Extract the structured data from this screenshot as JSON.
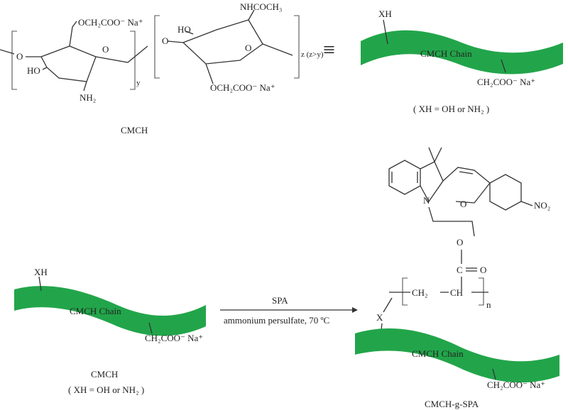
{
  "monomer": {
    "substituent_top": "OCH₂COO⁻ Na⁺",
    "substituent_bottom": "OCH₂COO⁻ Na⁺",
    "acetamido": "NHCOCH₃",
    "ho_left": "HO",
    "ho_right": "HO",
    "amine": "NH₂",
    "ring_o_left": "O",
    "ring_o_right": "O",
    "link_o_left": "O",
    "link_o_mid": "O",
    "subscript_y": "y",
    "subscript_z": "z (z>y)",
    "name": "CMCH"
  },
  "equivalence": "≡",
  "chain_top": {
    "label": "CMCH Chain",
    "xh": "XH",
    "side": "CH₂COO⁻ Na⁺",
    "note": "( XH = OH  or  NH₂ )"
  },
  "chain_left": {
    "label": "CMCH Chain",
    "xh": "XH",
    "side": "CH₂COO⁻ Na⁺",
    "name": "CMCH",
    "note": "( XH = OH  or  NH₂ )"
  },
  "reaction": {
    "reagent": "SPA",
    "conditions": "ammonium persulfate, 70 ºC"
  },
  "product": {
    "label": "CMCH Chain",
    "x": "X",
    "side": "CH₂COO⁻ Na⁺",
    "ch2": "CH₂",
    "ch": "CH",
    "n": "n",
    "carbonyl_c": "C",
    "carbonyl_o": "O",
    "ester_o": "O",
    "n_atom": "N",
    "pyran_o": "O",
    "nitro": "NO₂",
    "name": "CMCH-g-SPA"
  },
  "colors": {
    "chain_fill": "#22A54A",
    "ink": "#333333"
  }
}
